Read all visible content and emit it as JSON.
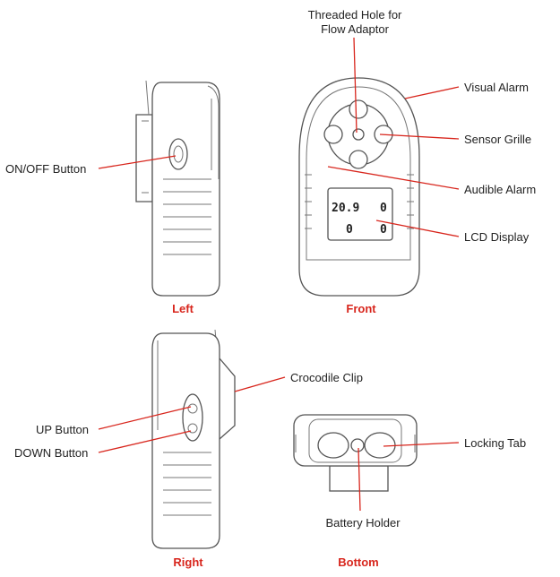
{
  "callouts": {
    "threaded_hole_line1": "Threaded Hole for",
    "threaded_hole_line2": "Flow Adaptor",
    "visual_alarm": "Visual Alarm",
    "sensor_grille": "Sensor Grille",
    "audible_alarm": "Audible Alarm",
    "lcd_display": "LCD Display",
    "on_off_button": "ON/OFF Button",
    "crocodile_clip": "Crocodile Clip",
    "up_button": "UP Button",
    "down_button": "DOWN Button",
    "locking_tab": "Locking Tab",
    "battery_holder": "Battery Holder"
  },
  "views": {
    "left": "Left",
    "front": "Front",
    "right": "Right",
    "bottom": "Bottom"
  },
  "lcd": {
    "reading_1": "20.9",
    "reading_2": "0",
    "reading_3": "0",
    "reading_4": "0"
  },
  "colors": {
    "leader": "#d8261d",
    "view_label": "#d8261d",
    "text": "#222222",
    "outline": "#555555"
  }
}
